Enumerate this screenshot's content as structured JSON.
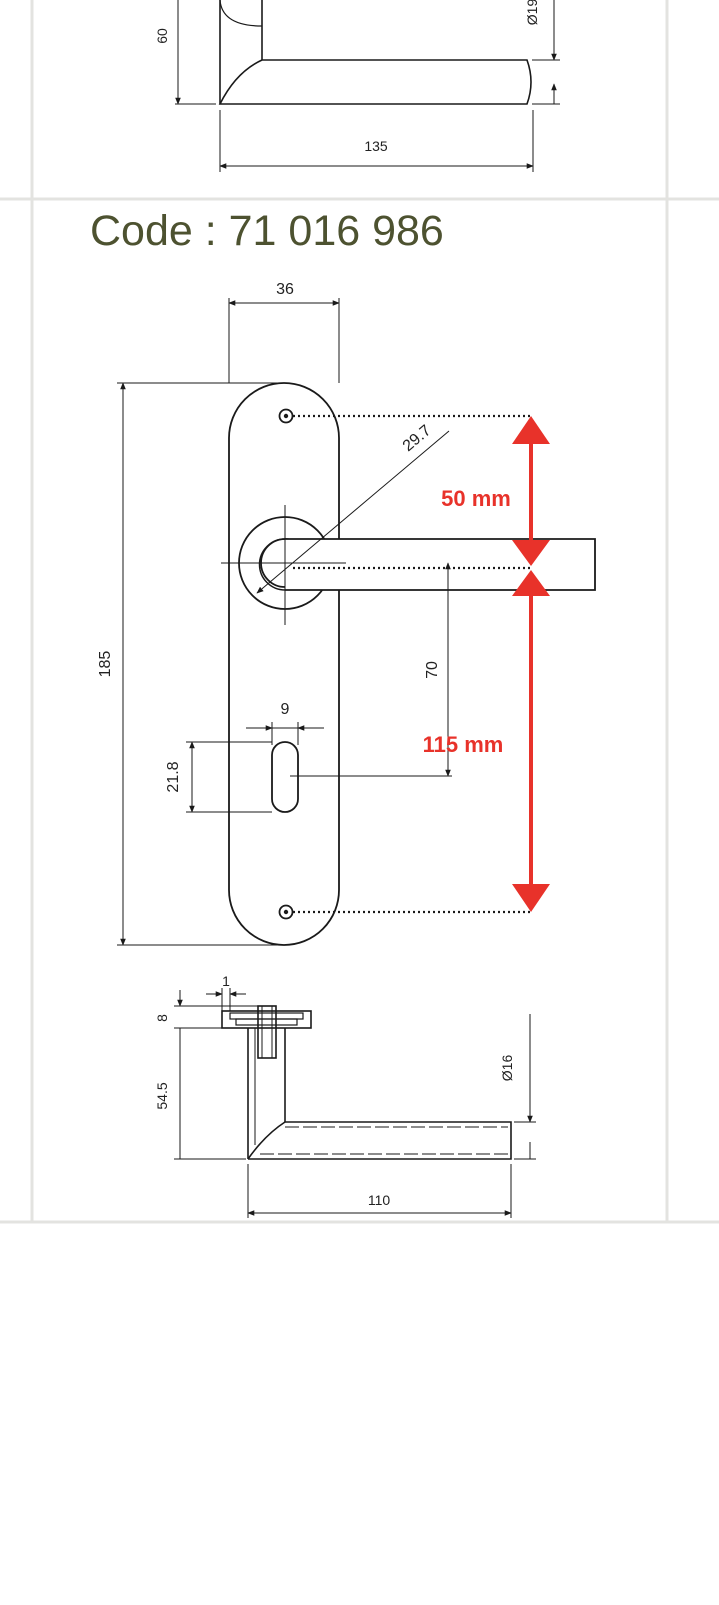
{
  "title": {
    "code": "Code : 71 016 986"
  },
  "top_drawing": {
    "labels": {
      "height": "60",
      "length": "135",
      "diameter": "Ø19"
    }
  },
  "front_view": {
    "labels": {
      "width": "36",
      "plate_height": "185",
      "radius": "29.7",
      "lever_to_key": "70",
      "key_width": "9",
      "key_height": "21.8"
    },
    "callouts": [
      {
        "text": "50 mm",
        "value_mm": 50
      },
      {
        "text": "115 mm",
        "value_mm": 115
      }
    ]
  },
  "side_view": {
    "labels": {
      "thickness_1": "1",
      "thickness_8": "8",
      "height": "54.5",
      "length": "110",
      "diameter": "Ø16"
    }
  },
  "colors": {
    "accent_red": "#e8322a",
    "title_green": "#4d5230",
    "line": "#1a1a1a",
    "grid": "#e3e3e0"
  }
}
